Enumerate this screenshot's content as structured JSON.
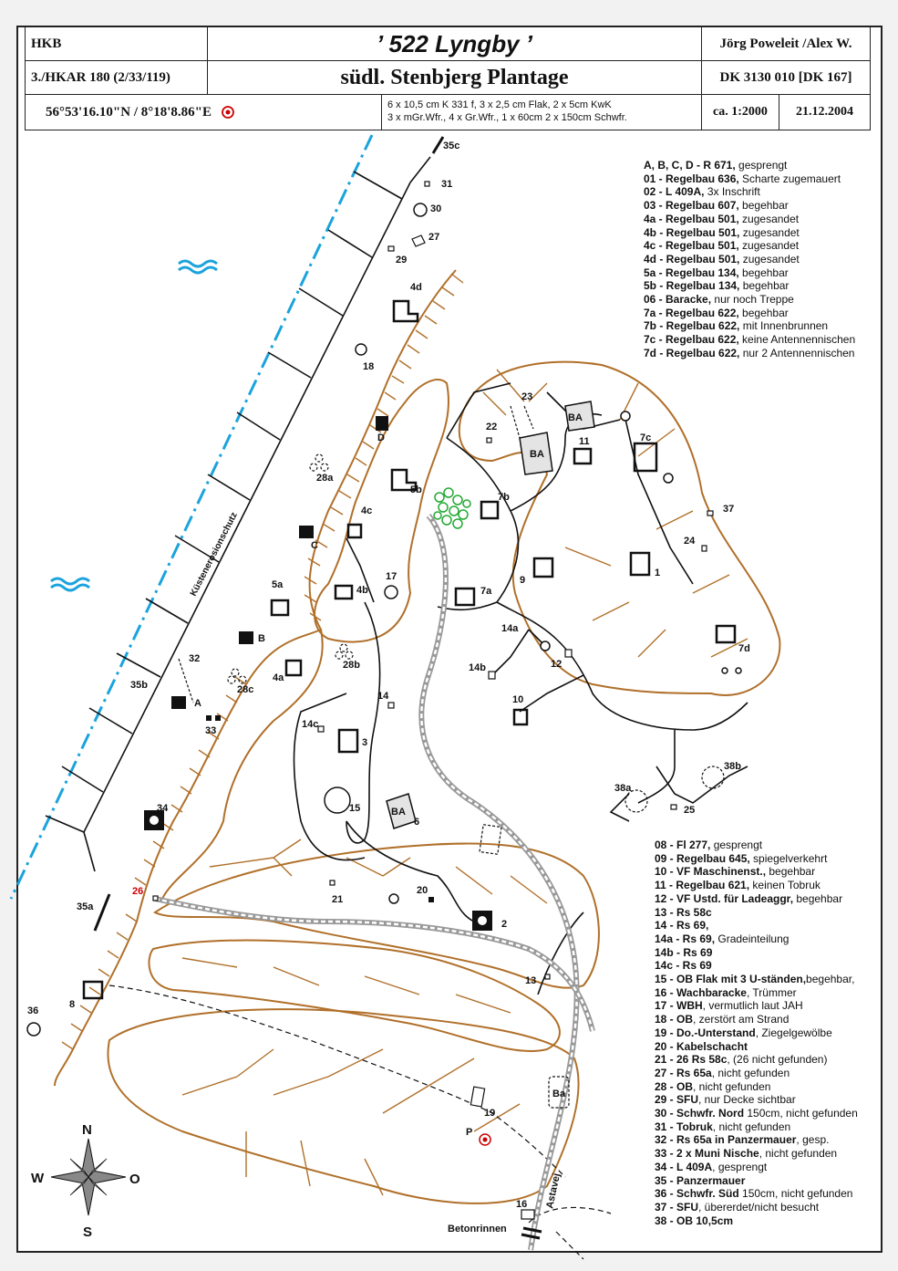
{
  "header": {
    "unit_code": "HKB",
    "unit_sub": "3./HKAR 180 (2/33/119)",
    "title": "’ 522 Lyngby ’",
    "subtitle": "südl. Stenbjerg Plantage",
    "authors": "Jörg Poweleit /Alex W.",
    "map_ref": "DK 3130 010 [DK 167]",
    "coords": "56°53'16.10\"N / 8°18'8.86\"E",
    "armament_line1": "6 x 10,5 cm K 331 f, 3 x 2,5 cm Flak, 2 x 5cm KwK",
    "armament_line2": "3 x mGr.Wfr., 4 x Gr.Wfr., 1 x 60cm 2 x 150cm Schwfr.",
    "scale": "ca. 1:2000",
    "date": "21.12.2004"
  },
  "legend_top": [
    {
      "key": "A, B, C, D - R 671,",
      "desc": " gesprengt"
    },
    {
      "key": "01 - Regelbau 636,",
      "desc": "  Scharte zugemauert"
    },
    {
      "key": "02 - L 409A,",
      "desc": " 3x Inschrift"
    },
    {
      "key": "03 - Regelbau 607,",
      "desc": " begehbar"
    },
    {
      "key": "4a - Regelbau 501,",
      "desc": " zugesandet"
    },
    {
      "key": "4b - Regelbau 501,",
      "desc": " zugesandet"
    },
    {
      "key": "4c - Regelbau 501,",
      "desc": " zugesandet"
    },
    {
      "key": "4d - Regelbau 501,",
      "desc": " zugesandet"
    },
    {
      "key": "5a - Regelbau 134,",
      "desc": " begehbar"
    },
    {
      "key": "5b - Regelbau 134,",
      "desc": " begehbar"
    },
    {
      "key": "06 - Baracke,",
      "desc": " nur noch Treppe"
    },
    {
      "key": "7a - Regelbau 622,",
      "desc": " begehbar"
    },
    {
      "key": "7b - Regelbau 622,",
      "desc": " mit Innenbrunnen"
    },
    {
      "key": "7c - Regelbau 622,",
      "desc": " keine Antennennischen"
    },
    {
      "key": "7d - Regelbau 622,",
      "desc": " nur 2 Antennennischen"
    }
  ],
  "legend_bottom": [
    {
      "key": "08 - Fl 277,",
      "desc": " gesprengt"
    },
    {
      "key": "09 - Regelbau 645,",
      "desc": " spiegelverkehrt"
    },
    {
      "key": "10 - VF Maschinenst.,",
      "desc": " begehbar"
    },
    {
      "key": "11 - Regelbau 621,",
      "desc": " keinen Tobruk"
    },
    {
      "key": "12 - VF Ustd. für Ladeaggr,",
      "desc": " begehbar"
    },
    {
      "key": "13 - Rs 58c",
      "desc": ""
    },
    {
      "key": "14 - Rs 69,",
      "desc": ""
    },
    {
      "key": "14a - Rs 69,",
      "desc": " Gradeinteilung"
    },
    {
      "key": "14b - Rs 69",
      "desc": ""
    },
    {
      "key": "14c - Rs 69",
      "desc": ""
    },
    {
      "key": "15 - OB Flak mit 3 U-ständen,",
      "desc": "begehbar,"
    },
    {
      "key": "16 - Wachbaracke",
      "desc": ", Trümmer"
    },
    {
      "key": "17 - WBH",
      "desc": ", vermutlich laut JAH"
    },
    {
      "key": "18 - OB",
      "desc": ", zerstört am Strand"
    },
    {
      "key": "19 - Do.-Unterstand",
      "desc": ", Ziegelgewölbe"
    },
    {
      "key": "20 - Kabelschacht",
      "desc": ""
    },
    {
      "key": "21 - 26 Rs 58c",
      "desc": ", (26 nicht gefunden)"
    },
    {
      "key": "27 - Rs 65a",
      "desc": ", nicht gefunden"
    },
    {
      "key": "28 - OB",
      "desc": ", nicht gefunden"
    },
    {
      "key": "29 - SFU",
      "desc": ", nur Decke sichtbar"
    },
    {
      "key": "30 - Schwfr. Nord",
      "desc": " 150cm, nicht gefunden"
    },
    {
      "key": "31 - Tobruk",
      "desc": ", nicht gefunden"
    },
    {
      "key": "32 - Rs 65a in Panzermauer",
      "desc": ", gesp."
    },
    {
      "key": "33 - 2 x Muni Nische",
      "desc": ", nicht gefunden"
    },
    {
      "key": "34 - L 409A",
      "desc": ", gesprengt"
    },
    {
      "key": "35 - Panzermauer",
      "desc": ""
    },
    {
      "key": "36 - Schwfr. Süd",
      "desc": " 150cm, nicht gefunden"
    },
    {
      "key": "37 - SFU",
      "desc": ", übererdet/nicht besucht"
    },
    {
      "key": "38 - OB 10,5cm",
      "desc": ""
    }
  ],
  "map_labels": {
    "kuesten": "Küstenerosionschutz",
    "astavej": "Astavej",
    "betonrinnen": "Betonrinnen",
    "ba": "BA",
    "ba_small": "Ba",
    "p": "P",
    "compass_n": "N",
    "compass_s": "S",
    "compass_w": "W",
    "compass_o": "O",
    "n35c": "35c",
    "n31": "31",
    "n30": "30",
    "n27": "27",
    "n29": "29",
    "n4d": "4d",
    "n18": "18",
    "n23": "23",
    "n22": "22",
    "n11": "11",
    "n7c": "7c",
    "nD": "D",
    "n28a": "28a",
    "n5b": "5b",
    "n7b": "7b",
    "n37": "37",
    "n4c": "4c",
    "nC": "C",
    "n24": "24",
    "n1": "1",
    "n9": "9",
    "n17": "17",
    "n5a": "5a",
    "n4b": "4b",
    "n7a": "7a",
    "nB": "B",
    "n14a": "14a",
    "n12": "12",
    "n7d": "7d",
    "n32": "32",
    "n28b": "28b",
    "n14b": "14b",
    "n35b": "35b",
    "n4a": "4a",
    "n28c": "28c",
    "nA": "A",
    "n33": "33",
    "n14": "14",
    "n10": "10",
    "n14c": "14c",
    "n3": "3",
    "n38b": "38b",
    "n38a": "38a",
    "n15": "15",
    "n6": "6",
    "n25": "25",
    "n34": "34",
    "n26": "26",
    "n20": "20",
    "n21": "21",
    "n2": "2",
    "n35a": "35a",
    "n13": "13",
    "n8": "8",
    "n36": "36",
    "n19": "19",
    "n16": "16"
  },
  "colors": {
    "contour": "#b0702a",
    "water": "#1aa3dc",
    "road": "#aaaaaa",
    "trees": "#22aa33",
    "marker_red": "#cc0000"
  }
}
